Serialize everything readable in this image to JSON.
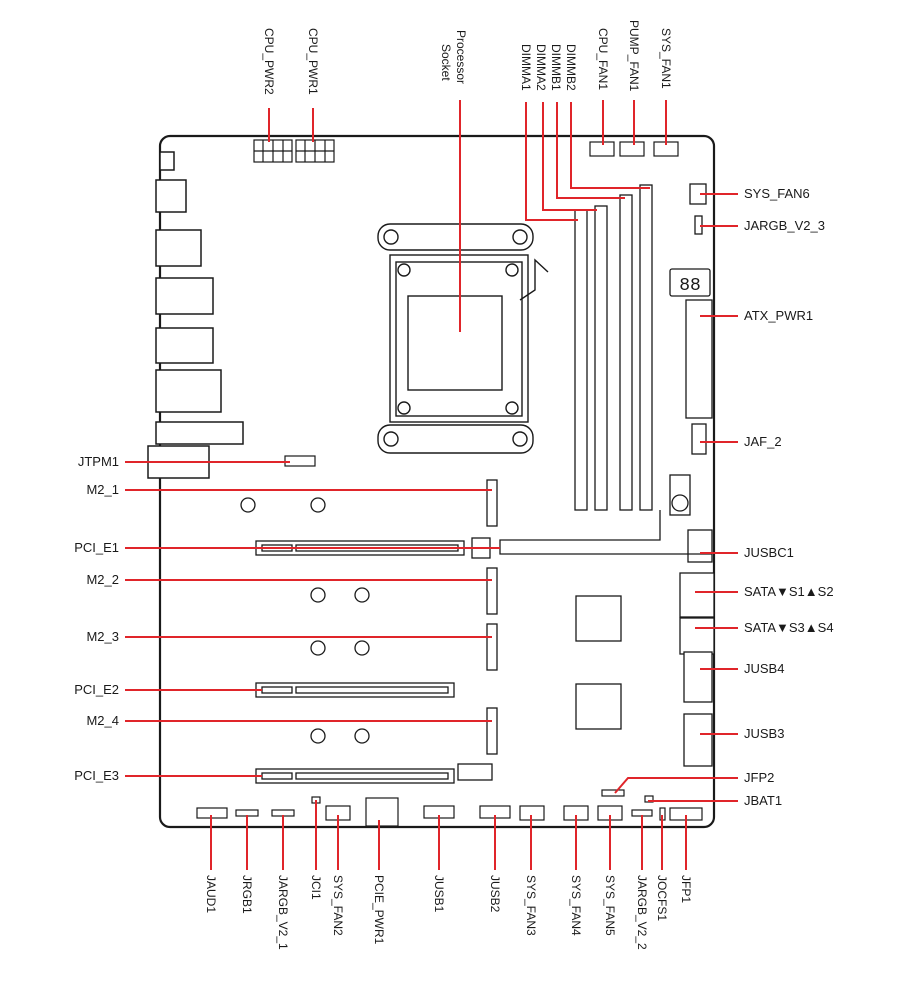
{
  "colors": {
    "callout": "#e0252a",
    "outline": "#1a1a1a",
    "background": "#ffffff"
  },
  "top_labels": {
    "cpu_pwr2": "CPU_PWR2",
    "cpu_pwr1": "CPU_PWR1",
    "processor_socket_1": "Processor",
    "processor_socket_2": "Socket",
    "dimma1": "DIMMA1",
    "dimma2": "DIMMA2",
    "dimmb1": "DIMMB1",
    "dimmb2": "DIMMB2",
    "cpu_fan1": "CPU_FAN1",
    "pump_fan1": "PUMP_FAN1",
    "sys_fan1": "SYS_FAN1"
  },
  "right_labels": {
    "sys_fan6": "SYS_FAN6",
    "jargb_v2_3": "JARGB_V2_3",
    "atx_pwr1": "ATX_PWR1",
    "jaf_2": "JAF_2",
    "jusbc1": "JUSBC1",
    "sata_s1_s2": "SATA▼S1▲S2",
    "sata_s3_s4": "SATA▼S3▲S4",
    "jusb4": "JUSB4",
    "jusb3": "JUSB3",
    "jfp2": "JFP2",
    "jbat1": "JBAT1"
  },
  "left_labels": {
    "jtpm1": "JTPM1",
    "m2_1": "M2_1",
    "pci_e1": "PCI_E1",
    "m2_2": "M2_2",
    "m2_3": "M2_3",
    "pci_e2": "PCI_E2",
    "m2_4": "M2_4",
    "pci_e3": "PCI_E3"
  },
  "bottom_labels": {
    "jaud1": "JAUD1",
    "jrgb1": "JRGB1",
    "jargb_v2_1": "JARGB_V2_1",
    "jci1": "JCI1",
    "sys_fan2": "SYS_FAN2",
    "pcie_pwr1": "PCIE_PWR1",
    "jusb1": "JUSB1",
    "jusb2": "JUSB2",
    "sys_fan3": "SYS_FAN3",
    "sys_fan4": "SYS_FAN4",
    "sys_fan5": "SYS_FAN5",
    "jargb_v2_2": "JARGB_V2_2",
    "jocfs1": "JOCFS1",
    "jfp1": "JFP1"
  },
  "debug_display": "88"
}
